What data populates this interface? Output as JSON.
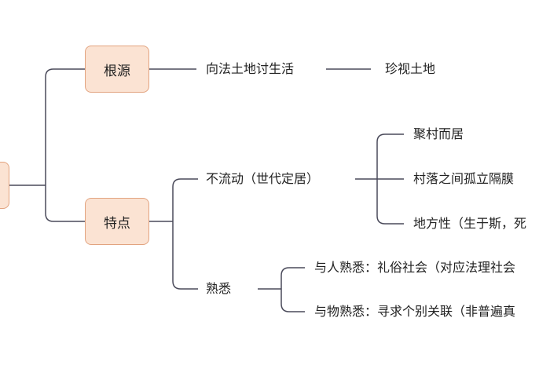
{
  "nodes": {
    "root": "",
    "genyuan": "根源",
    "tedian": "特点",
    "xiangfa": "向法土地讨生活",
    "zhenshi": "珍视土地",
    "buliudong": "不流动（世代定居）",
    "shuxi": "熟悉",
    "jucun": "聚村而居",
    "cunluo": "村落之间孤立隔膜",
    "difangxing": "地方性（生于斯，死",
    "yuren": "与人熟悉：礼俗社会（对应法理社会",
    "yuwu": "与物熟悉：寻求个别关联（非普遍真"
  },
  "colors": {
    "box_fill": "#fbe3d3",
    "box_border": "#e2a37f",
    "line": "#4a4a5a"
  }
}
